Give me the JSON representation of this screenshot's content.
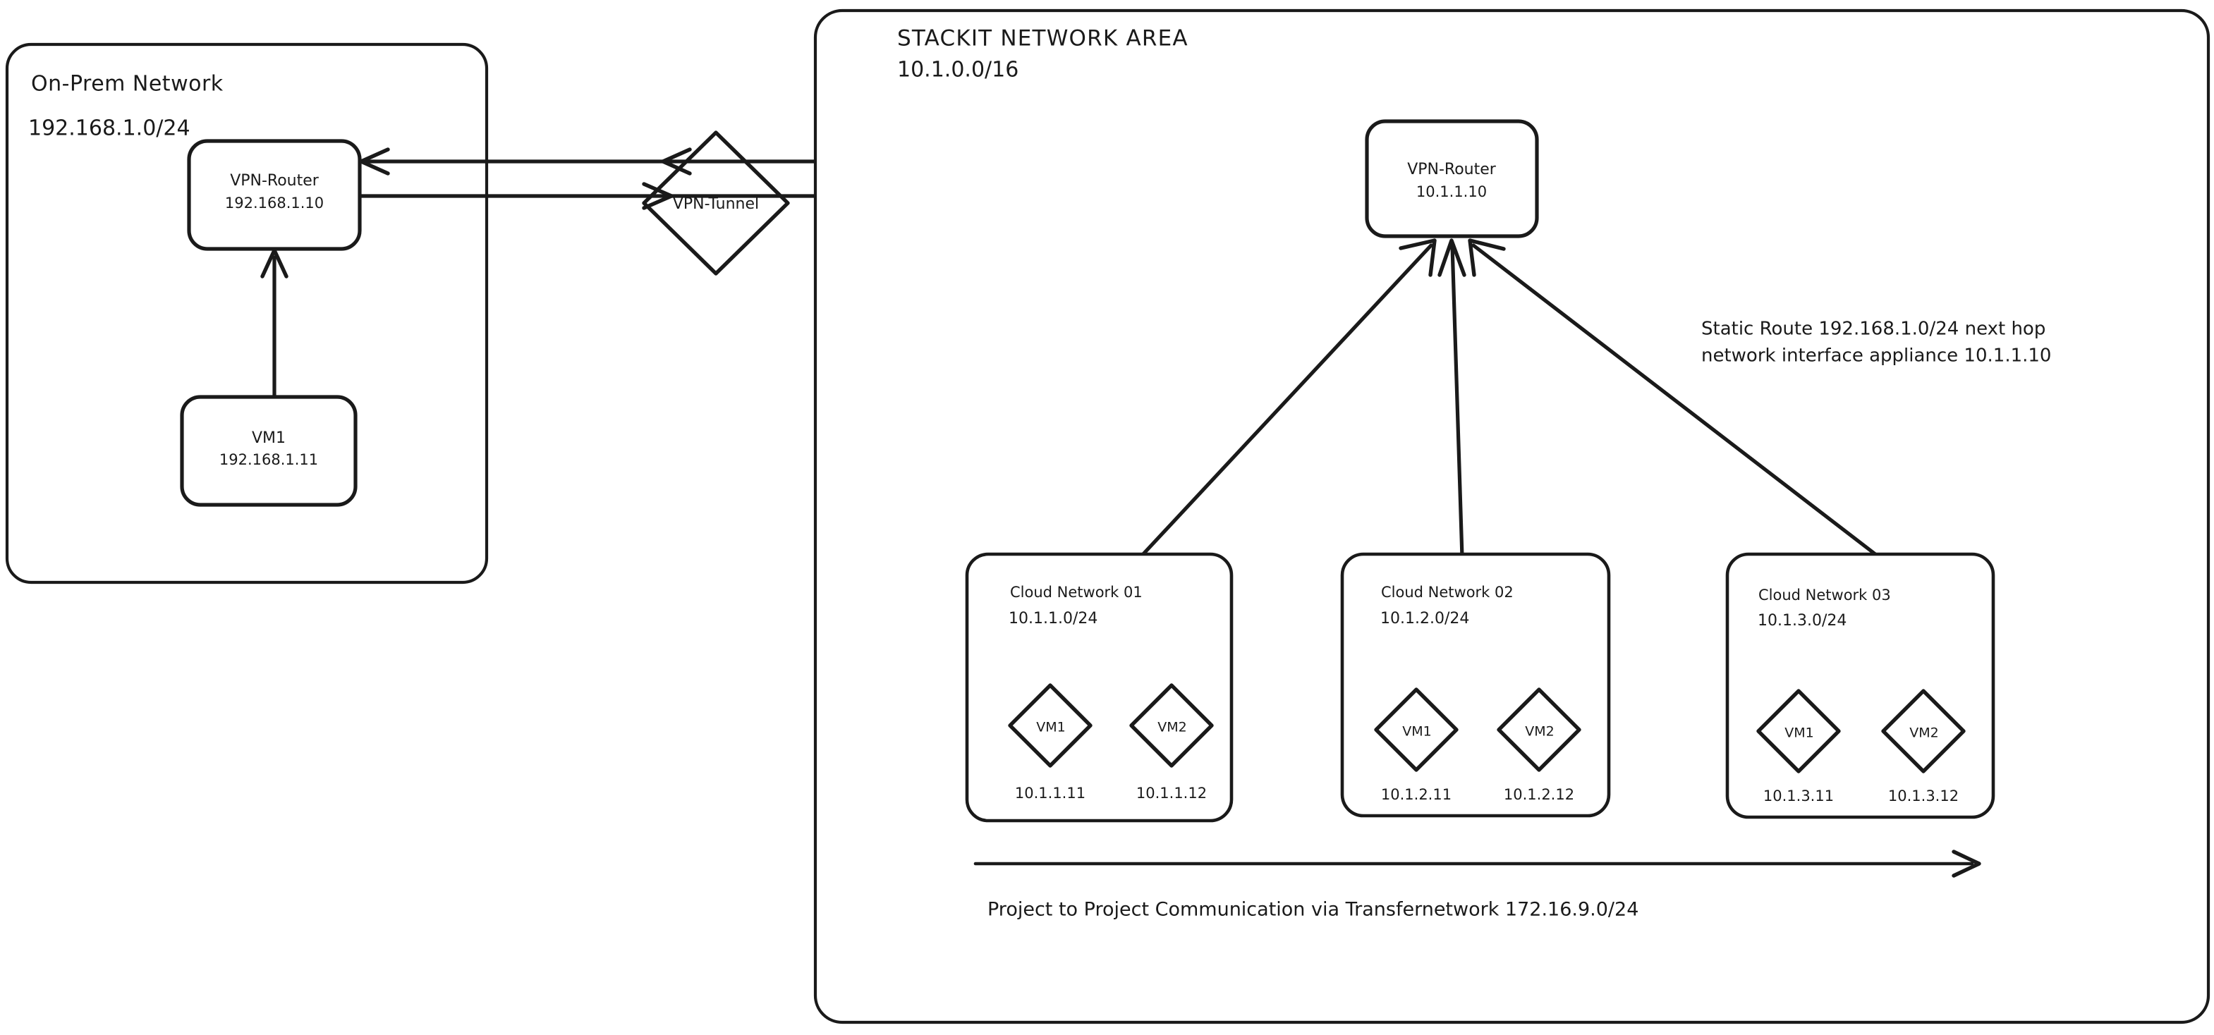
{
  "diagram": {
    "type": "network-architecture",
    "background": "#ffffff",
    "stroke_color": "#1a1a1a"
  },
  "onprem": {
    "title": "On-Prem Network",
    "cidr": "192.168.1.0/24",
    "router": {
      "name": "VPN-Router",
      "ip": "192.168.1.10"
    },
    "vm": {
      "name": "VM1",
      "ip": "192.168.1.11"
    }
  },
  "tunnel": {
    "label": "VPN-Tunnel"
  },
  "stackit": {
    "title": "STACKIT NETWORK AREA",
    "cidr": "10.1.0.0/16",
    "router": {
      "name": "VPN-Router",
      "ip": "10.1.1.10"
    },
    "static_route_note_line1": "Static Route 192.168.1.0/24 next hop",
    "static_route_note_line2": "network interface appliance 10.1.1.10",
    "transfer_caption": "Project to Project Communication via Transfernetwork 172.16.9.0/24",
    "clouds": [
      {
        "title": "Cloud Network 01",
        "cidr": "10.1.1.0/24",
        "vms": [
          {
            "name": "VM1",
            "ip": "10.1.1.11"
          },
          {
            "name": "VM2",
            "ip": "10.1.1.12"
          }
        ]
      },
      {
        "title": "Cloud Network 02",
        "cidr": "10.1.2.0/24",
        "vms": [
          {
            "name": "VM1",
            "ip": "10.1.2.11"
          },
          {
            "name": "VM2",
            "ip": "10.1.2.12"
          }
        ]
      },
      {
        "title": "Cloud Network 03",
        "cidr": "10.1.3.0/24",
        "vms": [
          {
            "name": "VM1",
            "ip": "10.1.3.11"
          },
          {
            "name": "VM2",
            "ip": "10.1.3.12"
          }
        ]
      }
    ]
  }
}
